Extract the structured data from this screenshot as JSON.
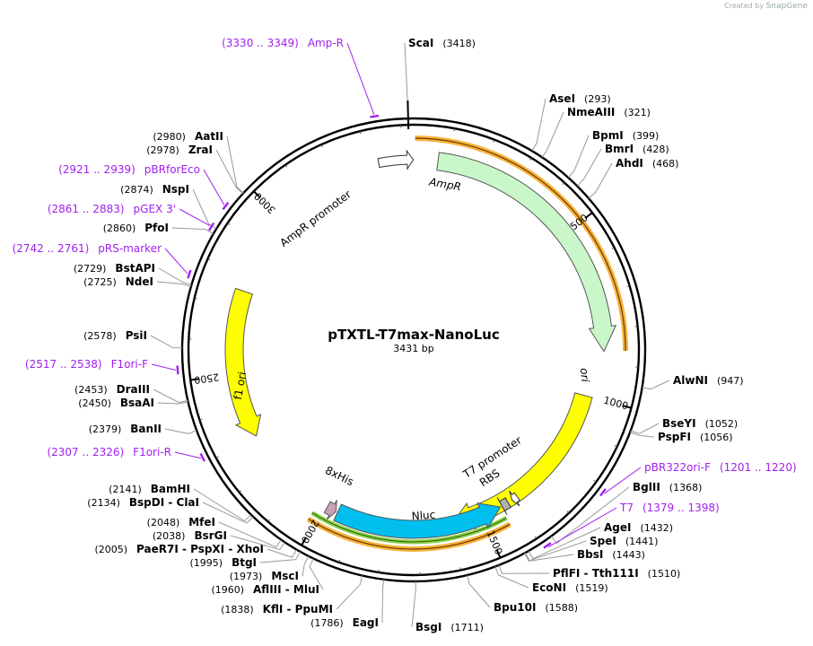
{
  "credit": {
    "prefix": "Created by",
    "brand": "SnapGene"
  },
  "plasmid": {
    "name": "pTXTL-T7max-NanoLuc",
    "length_label": "3431 bp",
    "length": 3431
  },
  "ruler": [
    "500",
    "1000",
    "1500",
    "2000",
    "2500",
    "3000"
  ],
  "features": [
    {
      "id": "ampr-orange",
      "kind": "orange",
      "start": 4,
      "end": 860
    },
    {
      "id": "ampr",
      "kind": "arrow",
      "label": "AmpR",
      "start": 70,
      "end": 862,
      "color": "#c9f7c9",
      "dir": "cw"
    },
    {
      "id": "ampr-promoter",
      "kind": "promoter",
      "label": "AmpR promoter",
      "start": 3330,
      "end": 3430,
      "color": "#ffffff"
    },
    {
      "id": "ori",
      "kind": "arrow",
      "label": "ori",
      "start": 1000,
      "end": 1589,
      "color": "#ffff00",
      "dir": "cw"
    },
    {
      "id": "t7-promoter",
      "kind": "promoter",
      "label": "T7 promoter",
      "start": 1380,
      "end": 1399,
      "color": "#ffffff"
    },
    {
      "id": "rbs",
      "kind": "box",
      "label": "RBS",
      "start": 1413,
      "end": 1435,
      "color": "#b0b0b0"
    },
    {
      "id": "nluc-green",
      "kind": "green",
      "start": 1440,
      "end": 2020
    },
    {
      "id": "nluc-orange",
      "kind": "orange",
      "start": 1440,
      "end": 2020
    },
    {
      "id": "nluc",
      "kind": "arrow",
      "label": "Nluc",
      "start": 1440,
      "end": 1955,
      "color": "#00bfef",
      "dir": "ccw"
    },
    {
      "id": "his",
      "kind": "arrow",
      "label": "8xHis",
      "start": 1960,
      "end": 1990,
      "color": "#c9a0b4",
      "dir": "ccw"
    },
    {
      "id": "f1ori",
      "kind": "arrow",
      "label": "f1 ori",
      "start": 2300,
      "end": 2755,
      "color": "#ffff00",
      "dir": "ccw"
    }
  ],
  "enzymes": [
    {
      "id": "ScaI",
      "name": "ScaI",
      "pos": "(3418)",
      "site": 3418
    },
    {
      "id": "AseI",
      "name": "AseI",
      "pos": "(293)",
      "site": 293
    },
    {
      "id": "NmeAIII",
      "name": "NmeAIII",
      "pos": "(321)",
      "site": 321
    },
    {
      "id": "BpmI",
      "name": "BpmI",
      "pos": "(399)",
      "site": 399
    },
    {
      "id": "BmrI",
      "name": "BmrI",
      "pos": "(428)",
      "site": 428
    },
    {
      "id": "AhdI",
      "name": "AhdI",
      "pos": "(468)",
      "site": 468
    },
    {
      "id": "AlwNI",
      "name": "AlwNI",
      "pos": "(947)",
      "site": 947
    },
    {
      "id": "BseYI",
      "name": "BseYI",
      "pos": "(1052)",
      "site": 1052
    },
    {
      "id": "PspFI",
      "name": "PspFI",
      "pos": "(1056)",
      "site": 1056
    },
    {
      "id": "BglII",
      "name": "BglII",
      "pos": "(1368)",
      "site": 1368
    },
    {
      "id": "AgeI",
      "name": "AgeI",
      "pos": "(1432)",
      "site": 1432
    },
    {
      "id": "SpeI",
      "name": "SpeI",
      "pos": "(1441)",
      "site": 1441
    },
    {
      "id": "BbsI",
      "name": "BbsI",
      "pos": "(1443)",
      "site": 1443
    },
    {
      "id": "PflFI",
      "name": "PflFI - Tth111I",
      "pos": "(1510)",
      "site": 1510
    },
    {
      "id": "EcoNI",
      "name": "EcoNI",
      "pos": "(1519)",
      "site": 1519
    },
    {
      "id": "Bpu10I",
      "name": "Bpu10I",
      "pos": "(1588)",
      "site": 1588
    },
    {
      "id": "BsgI",
      "name": "BsgI",
      "pos": "(1711)",
      "site": 1711
    },
    {
      "id": "EagI",
      "name": "EagI",
      "pos": "(1786)",
      "site": 1786
    },
    {
      "id": "KflI",
      "name": "KflI - PpuMI",
      "pos": "(1838)",
      "site": 1838
    },
    {
      "id": "AflIII",
      "name": "AflIII - MluI",
      "pos": "(1960)",
      "site": 1960
    },
    {
      "id": "MscI",
      "name": "MscI",
      "pos": "(1973)",
      "site": 1973
    },
    {
      "id": "BtgI",
      "name": "BtgI",
      "pos": "(1995)",
      "site": 1995
    },
    {
      "id": "PaeR7I",
      "name": "PaeR7I - PspXI - XhoI",
      "pos": "(2005)",
      "site": 2005
    },
    {
      "id": "BsrGI",
      "name": "BsrGI",
      "pos": "(2038)",
      "site": 2038
    },
    {
      "id": "MfeI",
      "name": "MfeI",
      "pos": "(2048)",
      "site": 2048
    },
    {
      "id": "BspDI",
      "name": "BspDI - ClaI",
      "pos": "(2134)",
      "site": 2134
    },
    {
      "id": "BamHI",
      "name": "BamHI",
      "pos": "(2141)",
      "site": 2141
    },
    {
      "id": "BanII",
      "name": "BanII",
      "pos": "(2379)",
      "site": 2379
    },
    {
      "id": "BsaAI",
      "name": "BsaAI",
      "pos": "(2450)",
      "site": 2450
    },
    {
      "id": "DraIII",
      "name": "DraIII",
      "pos": "(2453)",
      "site": 2453
    },
    {
      "id": "PsiI",
      "name": "PsiI",
      "pos": "(2578)",
      "site": 2578
    },
    {
      "id": "NdeI",
      "name": "NdeI",
      "pos": "(2725)",
      "site": 2725
    },
    {
      "id": "BstAPI",
      "name": "BstAPI",
      "pos": "(2729)",
      "site": 2729
    },
    {
      "id": "PfoI",
      "name": "PfoI",
      "pos": "(2860)",
      "site": 2860
    },
    {
      "id": "NspI",
      "name": "NspI",
      "pos": "(2874)",
      "site": 2874
    },
    {
      "id": "ZraI",
      "name": "ZraI",
      "pos": "(2978)",
      "site": 2978
    },
    {
      "id": "AatII",
      "name": "AatII",
      "pos": "(2980)",
      "site": 2980
    }
  ],
  "primers": [
    {
      "id": "amp-r",
      "name": "Amp-R",
      "range": "(3330 .. 3349)",
      "site": 3340
    },
    {
      "id": "pbrforeco",
      "name": "pBRforEco",
      "range": "(2921 .. 2939)",
      "site": 2930
    },
    {
      "id": "pgex3",
      "name": "pGEX 3'",
      "range": "(2861 .. 2883)",
      "site": 2872
    },
    {
      "id": "prs-marker",
      "name": "pRS-marker",
      "range": "(2742 .. 2761)",
      "site": 2751
    },
    {
      "id": "f1ori-f",
      "name": "F1ori-F",
      "range": "(2517 .. 2538)",
      "site": 2527
    },
    {
      "id": "f1ori-r",
      "name": "F1ori-R",
      "range": "(2307 .. 2326)",
      "site": 2316
    },
    {
      "id": "pbr322ori-f",
      "name": "pBR322ori-F",
      "range": "(1201 .. 1220)",
      "site": 1210
    },
    {
      "id": "t7",
      "name": "T7",
      "range": "(1379 .. 1398)",
      "site": 1388
    }
  ]
}
